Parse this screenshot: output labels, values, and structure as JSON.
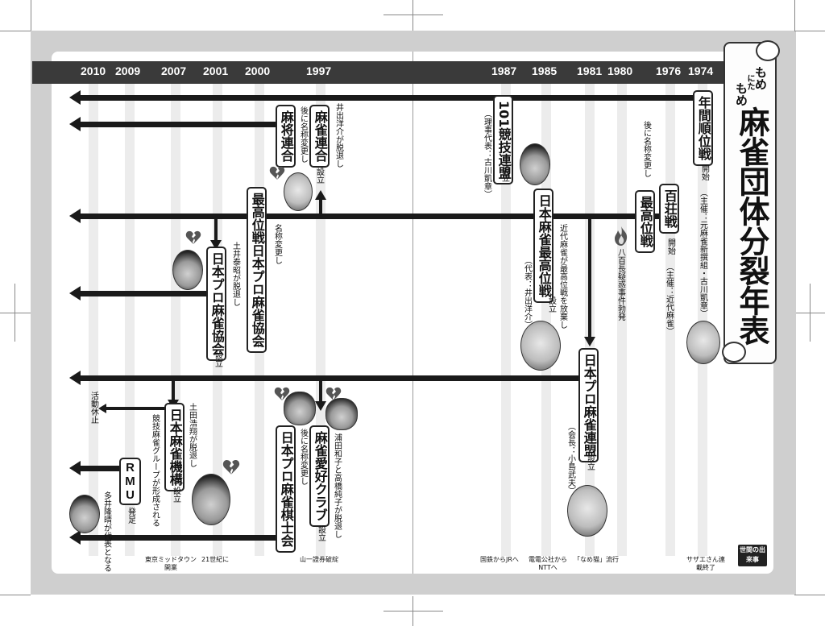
{
  "title": {
    "top_left": "もめ",
    "top_mid": "にた",
    "top_right": "もめ",
    "main": "麻雀団体分裂年表"
  },
  "years": [
    "2010",
    "2009",
    "2007",
    "2001",
    "2000",
    "1997",
    "1987",
    "1985",
    "1981",
    "1980",
    "1976",
    "1974"
  ],
  "organizations": {
    "nenkan": "年間順位戦",
    "hyakusou": "百荘戦",
    "saikoi": "最高位戦",
    "nihon_mahjong_saikoi": "日本麻雀最高位戦",
    "saikoi_nihon_pro": "最高位戦日本プロ麻雀協会",
    "nihon_pro_kyokai": "日本プロ麻雀協会",
    "nihon_pro_renmei": "日本プロ麻雀連盟",
    "kyogi": "101競技連盟",
    "mahjong_rengo": "麻雀連合",
    "masho_rengo": "麻将連合",
    "nihon_mahjong_kiko": "日本麻雀機構",
    "aikou_club": "麻雀愛好クラブ",
    "kishikai": "日本プロ麻雀棋士会",
    "rmu": "RMU"
  },
  "notes": {
    "kaishi_1": "開始",
    "nenkan_sponsor": "（主催：元麻雀新撰組・古川凱章）",
    "kaishi_2": "開始",
    "hyakusou_sponsor": "（主催：近代麻雀）",
    "renamed_later_1": "後に名称変更し",
    "incident": "八百長疑惑事件勃発",
    "kindai_abandon": "近代麻雀が最高位戦を放棄し",
    "setsuritsu_1": "設立",
    "saikoi_rep": "（代表：井出洋介）",
    "kyogi_setsuritsu": "設立",
    "kyogi_rep": "（理事代表：古川凱章）",
    "renmei_setsuritsu": "設立",
    "renmei_chair": "（会長：小島武夫）",
    "ide_leave": "井出洋介が脱退し",
    "rengo_setsuritsu": "設立",
    "renamed_later_2": "後に名称変更し",
    "renamed": "名称変更し",
    "ni": "に",
    "doi_leave": "土井泰昭が脱退し",
    "kyokai_setsuritsu": "設立",
    "urata_leave": "浦田和子と高橋純子が脱退し",
    "aikou_setsuritsu": "設立",
    "renamed_later_3": "後に名称変更し",
    "tsuchida_leave": "土田浩翔が脱退し",
    "kiko_setsuritsu": "設立",
    "kyogi_group": "競技麻雀グループが形成される",
    "katsudo": "活動休止",
    "tai_rep": "多井隆晴が代表となる",
    "rmu_launch": "発足"
  },
  "world_events": {
    "badge": "世間の出来事",
    "e1": "東京ミッドタウン開業",
    "e2": "21世紀に",
    "e3": "山一證券破綻",
    "e4": "国鉄からJRへ",
    "e5": "電電公社からNTTへ",
    "e6": "「なめ猫」流行",
    "e7": "サザエさん連載終了"
  },
  "icons": {
    "broken_heart": "broken-heart-icon",
    "fire": "fire-icon",
    "portrait": "person-portrait"
  },
  "colors": {
    "header_bar": "#3a3a3a",
    "page_bg": "#cfcfcf",
    "line": "#1a1a1a"
  }
}
